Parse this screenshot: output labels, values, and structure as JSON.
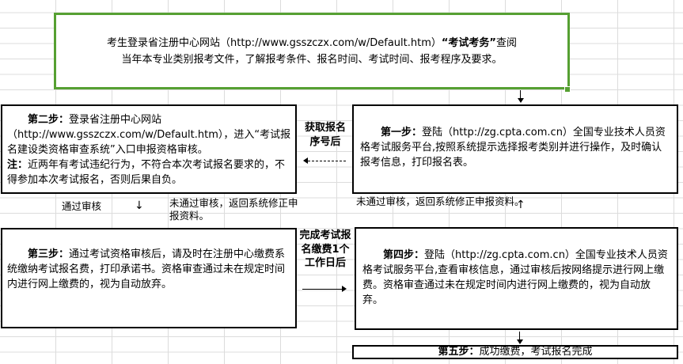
{
  "colors": {
    "selection_green": "#56a032",
    "grid_line": "#dcdcdc",
    "box_border": "#000000",
    "background": "#ffffff"
  },
  "intro_box": {
    "line1_pre": "考生登录省注册中心网站（http://www.gsszczx.com/w/Default.htm）",
    "line1_bold": "“考试考务”",
    "line1_post": "查阅",
    "line2": "当年本专业类别报考文件，了解报考条件、报名时间、考试时间、报考程序及要求。"
  },
  "steps": {
    "step1": {
      "title": "第一步：",
      "body": "登陆（http://zg.cpta.com.cn）全国专业技术人员资格考试服务平台,按照系统提示选择报考类别并进行操作，及时确认报考信息，打印报名表。"
    },
    "step2": {
      "title": "第二步：",
      "body": "登录省注册中心网站（http://www.gsszczx.com/w/Default.htm），进入“考试报名建设类资格审查系统”入口申报资格审核。",
      "note_title": "注：",
      "note_body": "近两年有考试违纪行为，不符合本次考试报名要求的，不得参加本次考试报名，否则后果自负。"
    },
    "step3": {
      "title": "第三步：",
      "body": "通过考试资格审核后，请及时在注册中心缴费系统缴纳考试报名费，打印承诺书。资格审查通过未在规定时间内进行网上缴费的，视为自动放弃。"
    },
    "step4": {
      "title": "第四步：",
      "body": "登陆（http://zg.cpta.com.cn）全国专业技术人员资格考试服务平台,查看审核信息，通过审核后按网络提示进行网上缴费。资格审查通过未在规定时间内进行网上缴费的，视为自动放弃。"
    },
    "step5": {
      "title": "第五步：",
      "body": "成功缴费，考试报名完成"
    }
  },
  "connectors": {
    "get_number": "获取报名\n序号后",
    "pay_wait": "完成考试报\n名缴费1个\n工作日后",
    "pass": "通过审核",
    "fail_left": "未通过审核，返回系统修正申报资料。",
    "fail_right": "未通过审核，返回系统修正申报资料。",
    "down_arrow": "↓",
    "up_arrow": "↑"
  }
}
